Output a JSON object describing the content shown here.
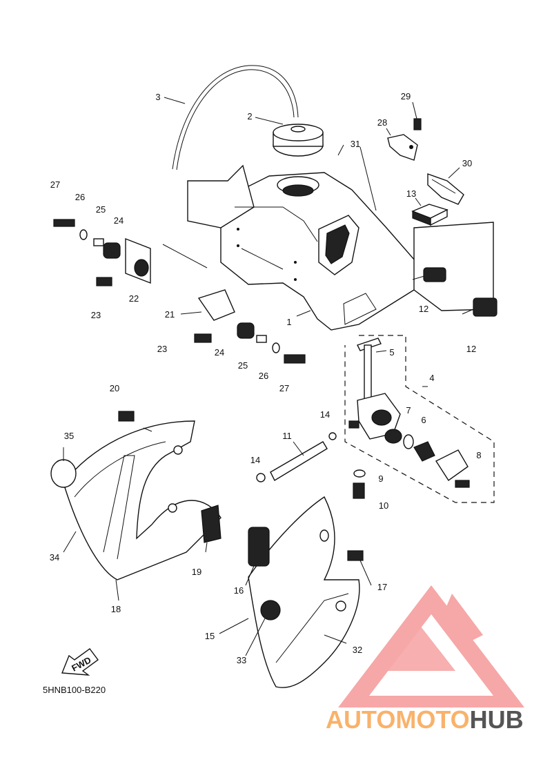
{
  "diagram_code": "5HNB100-B220",
  "fwd_label": "FWD",
  "watermark": {
    "part1": "AUTOMOTO",
    "part2": "HUB",
    "color_orange": "#F9B26B",
    "color_red": "#F48A8A",
    "color_gray": "#555555"
  },
  "callouts": {
    "c1": "1",
    "c2": "2",
    "c3": "3",
    "c4": "4",
    "c5": "5",
    "c6": "6",
    "c7": "7",
    "c8": "8",
    "c9": "9",
    "c10": "10",
    "c11": "11",
    "c12a": "12",
    "c12b": "12",
    "c13": "13",
    "c14a": "14",
    "c14b": "14",
    "c15": "15",
    "c16": "16",
    "c17": "17",
    "c18": "18",
    "c19": "19",
    "c20": "20",
    "c21": "21",
    "c22": "22",
    "c23a": "23",
    "c23b": "23",
    "c24a": "24",
    "c24b": "24",
    "c25a": "25",
    "c25b": "25",
    "c26a": "26",
    "c26b": "26",
    "c27a": "27",
    "c27b": "27",
    "c28": "28",
    "c29": "29",
    "c30": "30",
    "c31": "31",
    "c32": "32",
    "c33": "33",
    "c34": "34",
    "c35": "35"
  }
}
